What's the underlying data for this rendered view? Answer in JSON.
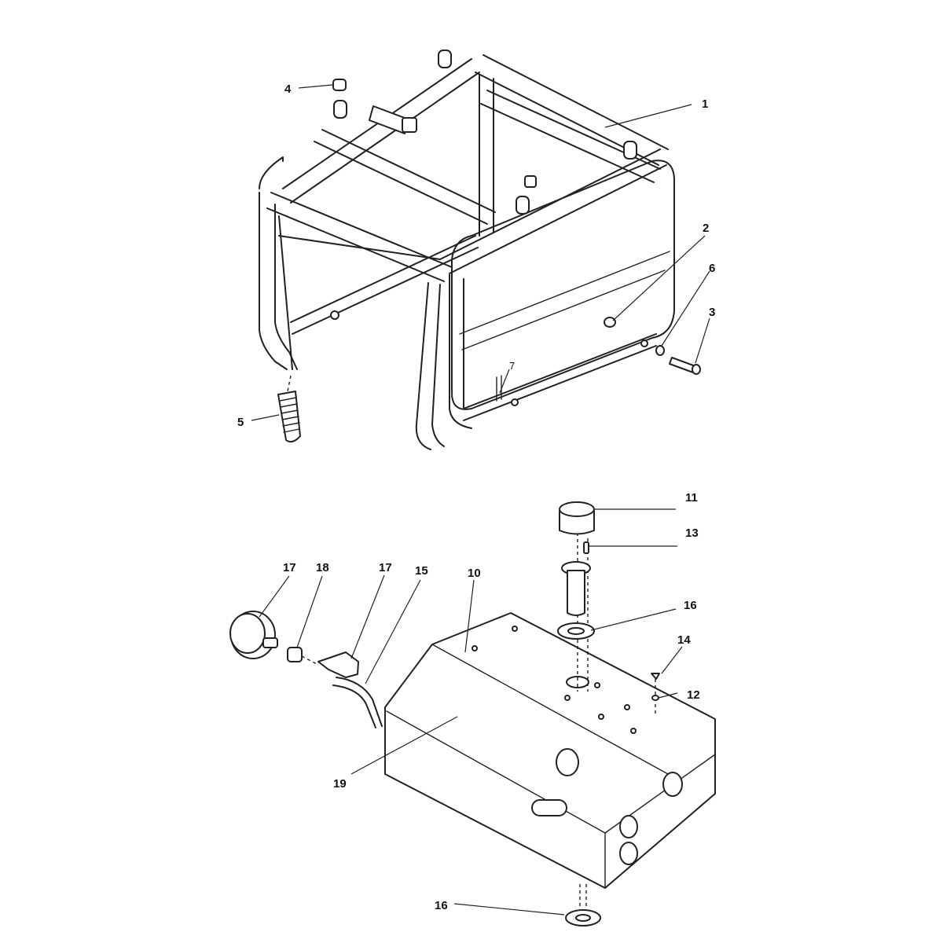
{
  "callouts": [
    {
      "id": "c1",
      "text": "1"
    },
    {
      "id": "c2",
      "text": "2"
    },
    {
      "id": "c3",
      "text": "3"
    },
    {
      "id": "c4",
      "text": "4"
    },
    {
      "id": "c5",
      "text": "5"
    },
    {
      "id": "c6",
      "text": "6"
    },
    {
      "id": "c7",
      "text": "7"
    },
    {
      "id": "c10",
      "text": "10"
    },
    {
      "id": "c11",
      "text": "11"
    },
    {
      "id": "c12",
      "text": "12"
    },
    {
      "id": "c13",
      "text": "13"
    },
    {
      "id": "c14",
      "text": "14"
    },
    {
      "id": "c15",
      "text": "15"
    },
    {
      "id": "c16a",
      "text": "16"
    },
    {
      "id": "c16b",
      "text": "16"
    },
    {
      "id": "c17a",
      "text": "17"
    },
    {
      "id": "c17b",
      "text": "17"
    },
    {
      "id": "c18",
      "text": "18"
    },
    {
      "id": "c19",
      "text": "19"
    }
  ]
}
